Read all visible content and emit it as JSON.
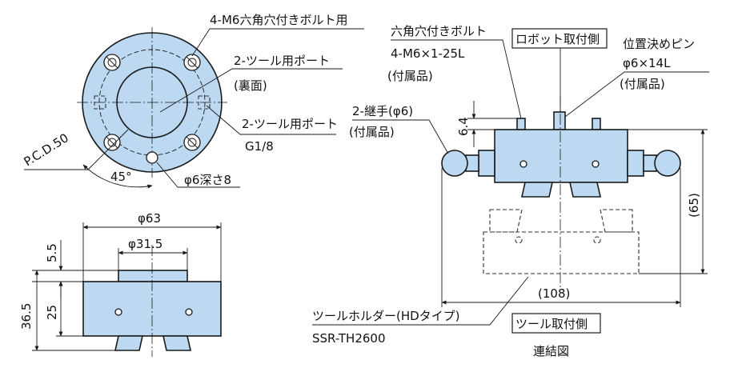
{
  "labels": {
    "bolt_holes": "4-M6六角穴付きボルト用",
    "tool_port_back": "2-ツール用ポート",
    "tool_port_back_sub": "(裏面)",
    "tool_port_side": "2-ツール用ポート",
    "tool_port_side_sub": "G1/8",
    "pcd": "P.C.D.50",
    "angle": "45°",
    "pin_hole": "φ6深さ8",
    "bolt_title": "六角穴付きボルト",
    "bolt_spec": "4-M6×1-25L",
    "bolt_note": "(付属品)",
    "robot_side": "ロボット取付側",
    "pin_title": "位置決めピン",
    "pin_spec": "φ6×14L",
    "pin_note": "(付属品)",
    "fitting_title": "2-継手(φ6)",
    "fitting_note": "(付属品)",
    "holder_title": "ツールホルダー(HDタイプ)",
    "holder_model": "SSR-TH2600",
    "tool_side": "ツール取付側",
    "caption": "連結図"
  },
  "dimensions": {
    "dia_outer": "φ63",
    "dia_inner": "φ31.5",
    "h_top": "5.5",
    "h_total": "36.5",
    "h_body": "25",
    "gap": "6.4",
    "height_assembly": "(65)",
    "width_assembly": "(108)"
  }
}
